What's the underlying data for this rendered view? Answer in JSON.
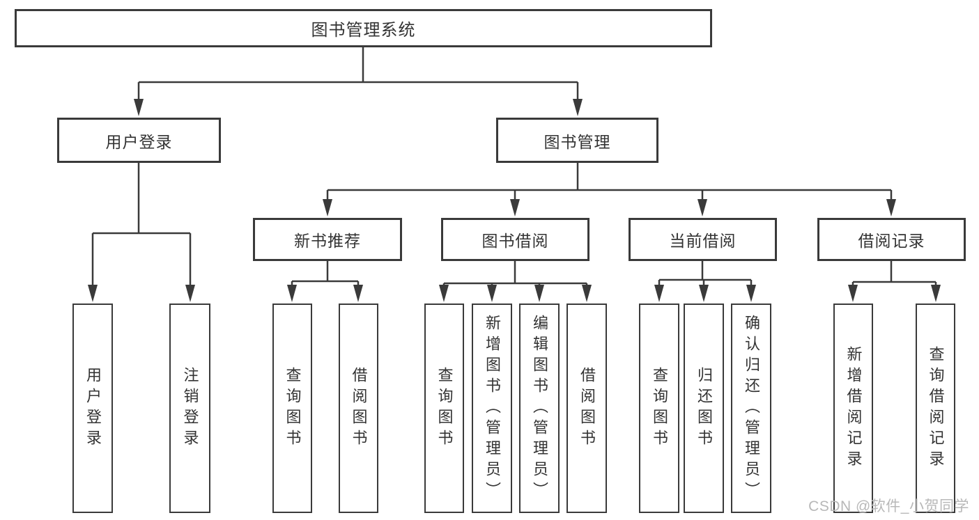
{
  "diagram": {
    "type": "hierarchy",
    "root": {
      "label": "图书管理系统"
    },
    "branches": [
      {
        "label": "用户登录",
        "children": [
          {
            "label": "用户登录"
          },
          {
            "label": "注销登录"
          }
        ]
      },
      {
        "label": "图书管理",
        "children": [
          {
            "label": "新书推荐",
            "children": [
              {
                "label": "查询图书"
              },
              {
                "label": "借阅图书"
              }
            ]
          },
          {
            "label": "图书借阅",
            "children": [
              {
                "label": "查询图书"
              },
              {
                "label": "新增图书（管理员）"
              },
              {
                "label": "编辑图书（管理员）"
              },
              {
                "label": "借阅图书"
              }
            ]
          },
          {
            "label": "当前借阅",
            "children": [
              {
                "label": "查询图书"
              },
              {
                "label": "归还图书"
              },
              {
                "label": "确认归还（管理员）"
              }
            ]
          },
          {
            "label": "借阅记录",
            "children": [
              {
                "label": "新增借阅记录"
              },
              {
                "label": "查询借阅记录"
              }
            ]
          }
        ]
      }
    ]
  },
  "watermark": {
    "text": "CSDN @软件_小贺同学",
    "color": "#b8b8b8"
  },
  "colors": {
    "line": "#3a3a3a",
    "box_border": "#3a3a3a",
    "box_fill": "#ffffff",
    "text": "#333333",
    "background": "#ffffff"
  }
}
